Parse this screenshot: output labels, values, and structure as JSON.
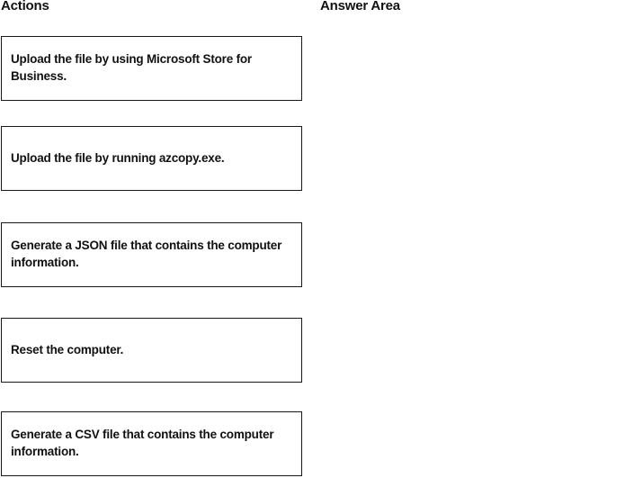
{
  "actions": {
    "heading": "Actions",
    "items": [
      {
        "label": "Upload the file by using Microsoft Store for Business."
      },
      {
        "label": "Upload the file by running azcopy.exe."
      },
      {
        "label": "Generate a JSON file that contains the computer information."
      },
      {
        "label": "Reset the computer."
      },
      {
        "label": "Generate a CSV file that contains the computer information."
      }
    ]
  },
  "answer_area": {
    "heading": "Answer Area"
  }
}
